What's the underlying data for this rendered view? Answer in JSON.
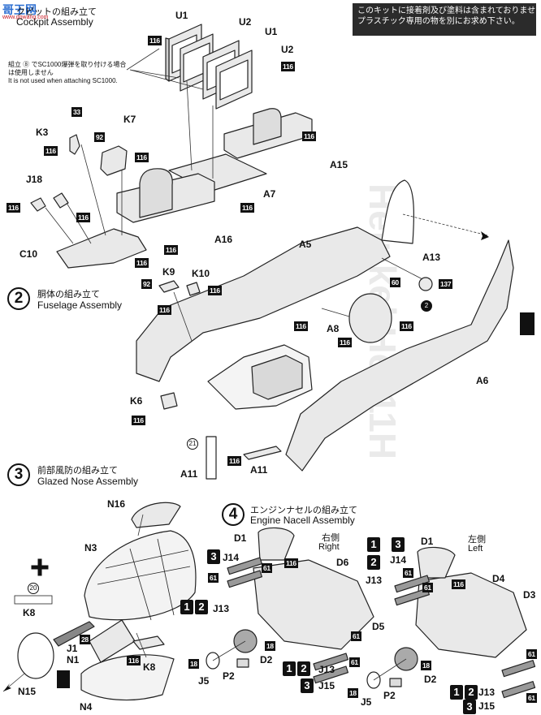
{
  "watermark": {
    "main": "哥王网",
    "sub": "www.gowang.com"
  },
  "notice": {
    "line1": "このキットに接着剤及び塗料は含まれておりません。",
    "line2": "プラスチック専用の物を別にお求め下さい。"
  },
  "steps": {
    "cockpit": {
      "jp": "クピットの組み立て",
      "en": "Cockpit Assembly"
    },
    "fuselage": {
      "num": "2",
      "jp": "胴体の組み立て",
      "en": "Fuselage Assembly"
    },
    "nose": {
      "num": "3",
      "jp": "前部風防の組み立て",
      "en": "Glazed Nose Assembly"
    },
    "engine": {
      "num": "4",
      "jp": "エンジンナセルの組み立て",
      "en": "Engine Nacell Assembly"
    }
  },
  "sc1000_note": {
    "line1": "組立 ⑧ でSC1000爆弾を取り付ける場合",
    "line2": "は使用しません",
    "line3": "It is not used when attaching SC1000."
  },
  "parts": {
    "U1a": "U1",
    "U2a": "U2",
    "U1b": "U1",
    "U2b": "U2",
    "K3": "K3",
    "K7": "K7",
    "J18": "J18",
    "C10": "C10",
    "A15": "A15",
    "A7": "A7",
    "A16": "A16",
    "A5": "A5",
    "A13": "A13",
    "K9": "K9",
    "K10": "K10",
    "A8": "A8",
    "A6": "A6",
    "K6": "K6",
    "A11a": "A11",
    "A11b": "A11",
    "N16": "N16",
    "N3": "N3",
    "K8a": "K8",
    "J1": "J1",
    "N1": "N1",
    "K8b": "K8",
    "N15": "N15",
    "N4": "N4",
    "D1a": "D1",
    "J14a": "J14",
    "J13a": "J13",
    "D6": "D6",
    "D5": "D5",
    "J5a": "J5",
    "P2a": "P2",
    "D2a": "D2",
    "D1b": "D1",
    "J14b": "J14",
    "J13b": "J13",
    "D4": "D4",
    "D3": "D3",
    "J5b": "J5",
    "P2b": "P2",
    "D2b": "D2",
    "J13c": "J13",
    "J15a": "J15",
    "J13d": "J13",
    "J15b": "J15"
  },
  "side": {
    "right_jp": "右側",
    "right_en": "Right",
    "left_jp": "左側",
    "left_en": "Left"
  },
  "badges": {
    "b1": "116",
    "b2": "116",
    "b3": "116",
    "b4": "116",
    "b5": "116",
    "b6": "116",
    "b7": "116",
    "b8": "116",
    "b9": "116",
    "b10": "116",
    "b11": "116",
    "b12": "116",
    "b13": "116",
    "b14": "116",
    "b15": "116",
    "b16": "116",
    "b17": "116",
    "b18": "116",
    "b19": "116",
    "b20": "116",
    "b21": "116",
    "b22": "116",
    "b23": "116",
    "c33": "33",
    "c92a": "92",
    "c92b": "92",
    "c60": "60",
    "c137": "137",
    "c28": "28",
    "c18a": "18",
    "c18b": "18",
    "c18c": "18",
    "c18d": "18",
    "c61a": "61",
    "c61b": "61",
    "c61c": "61",
    "c61d": "61",
    "c61e": "61",
    "c61f": "61",
    "c61g": "61",
    "c61h": "61"
  },
  "color_circles": {
    "n21": "21",
    "n20": "20",
    "n2": "2"
  },
  "sub_boxes": {
    "a1": "3",
    "b1": "1",
    "b2": "3",
    "b3": "2",
    "c1": "1",
    "c2": "2",
    "d1": "1",
    "d2": "2",
    "d3": "3",
    "e1": "1",
    "e2": "2",
    "e3": "3"
  },
  "bg_title": "Heinkel He111H"
}
